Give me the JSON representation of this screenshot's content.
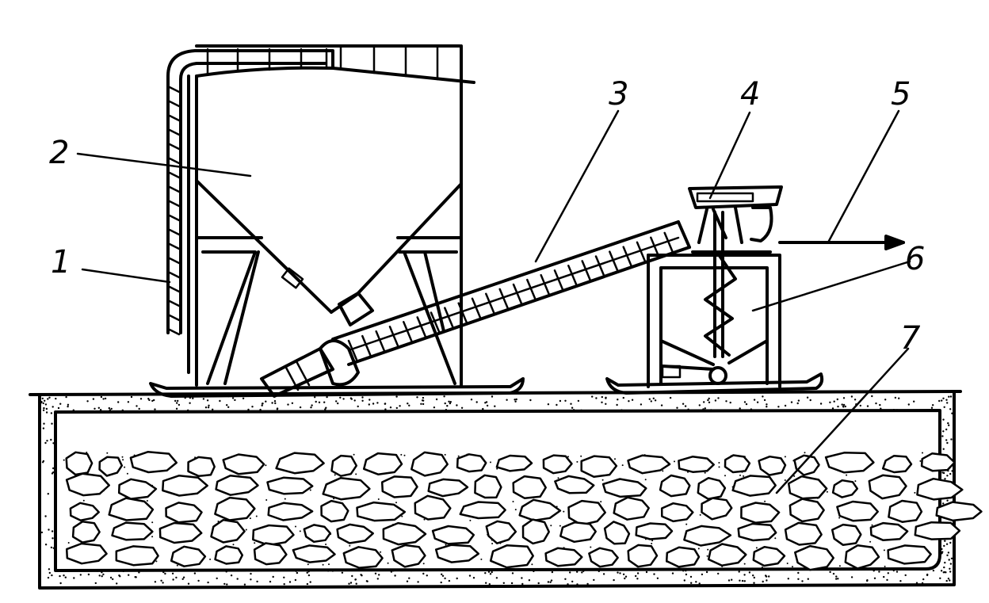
{
  "figure": {
    "callouts": [
      {
        "id": "1",
        "label": "1"
      },
      {
        "id": "2",
        "label": "2"
      },
      {
        "id": "3",
        "label": "3"
      },
      {
        "id": "4",
        "label": "4"
      },
      {
        "id": "5",
        "label": "5"
      },
      {
        "id": "6",
        "label": "6"
      },
      {
        "id": "7",
        "label": "7"
      }
    ]
  },
  "colors": {
    "ink": "#000000",
    "paper": "#ffffff"
  }
}
